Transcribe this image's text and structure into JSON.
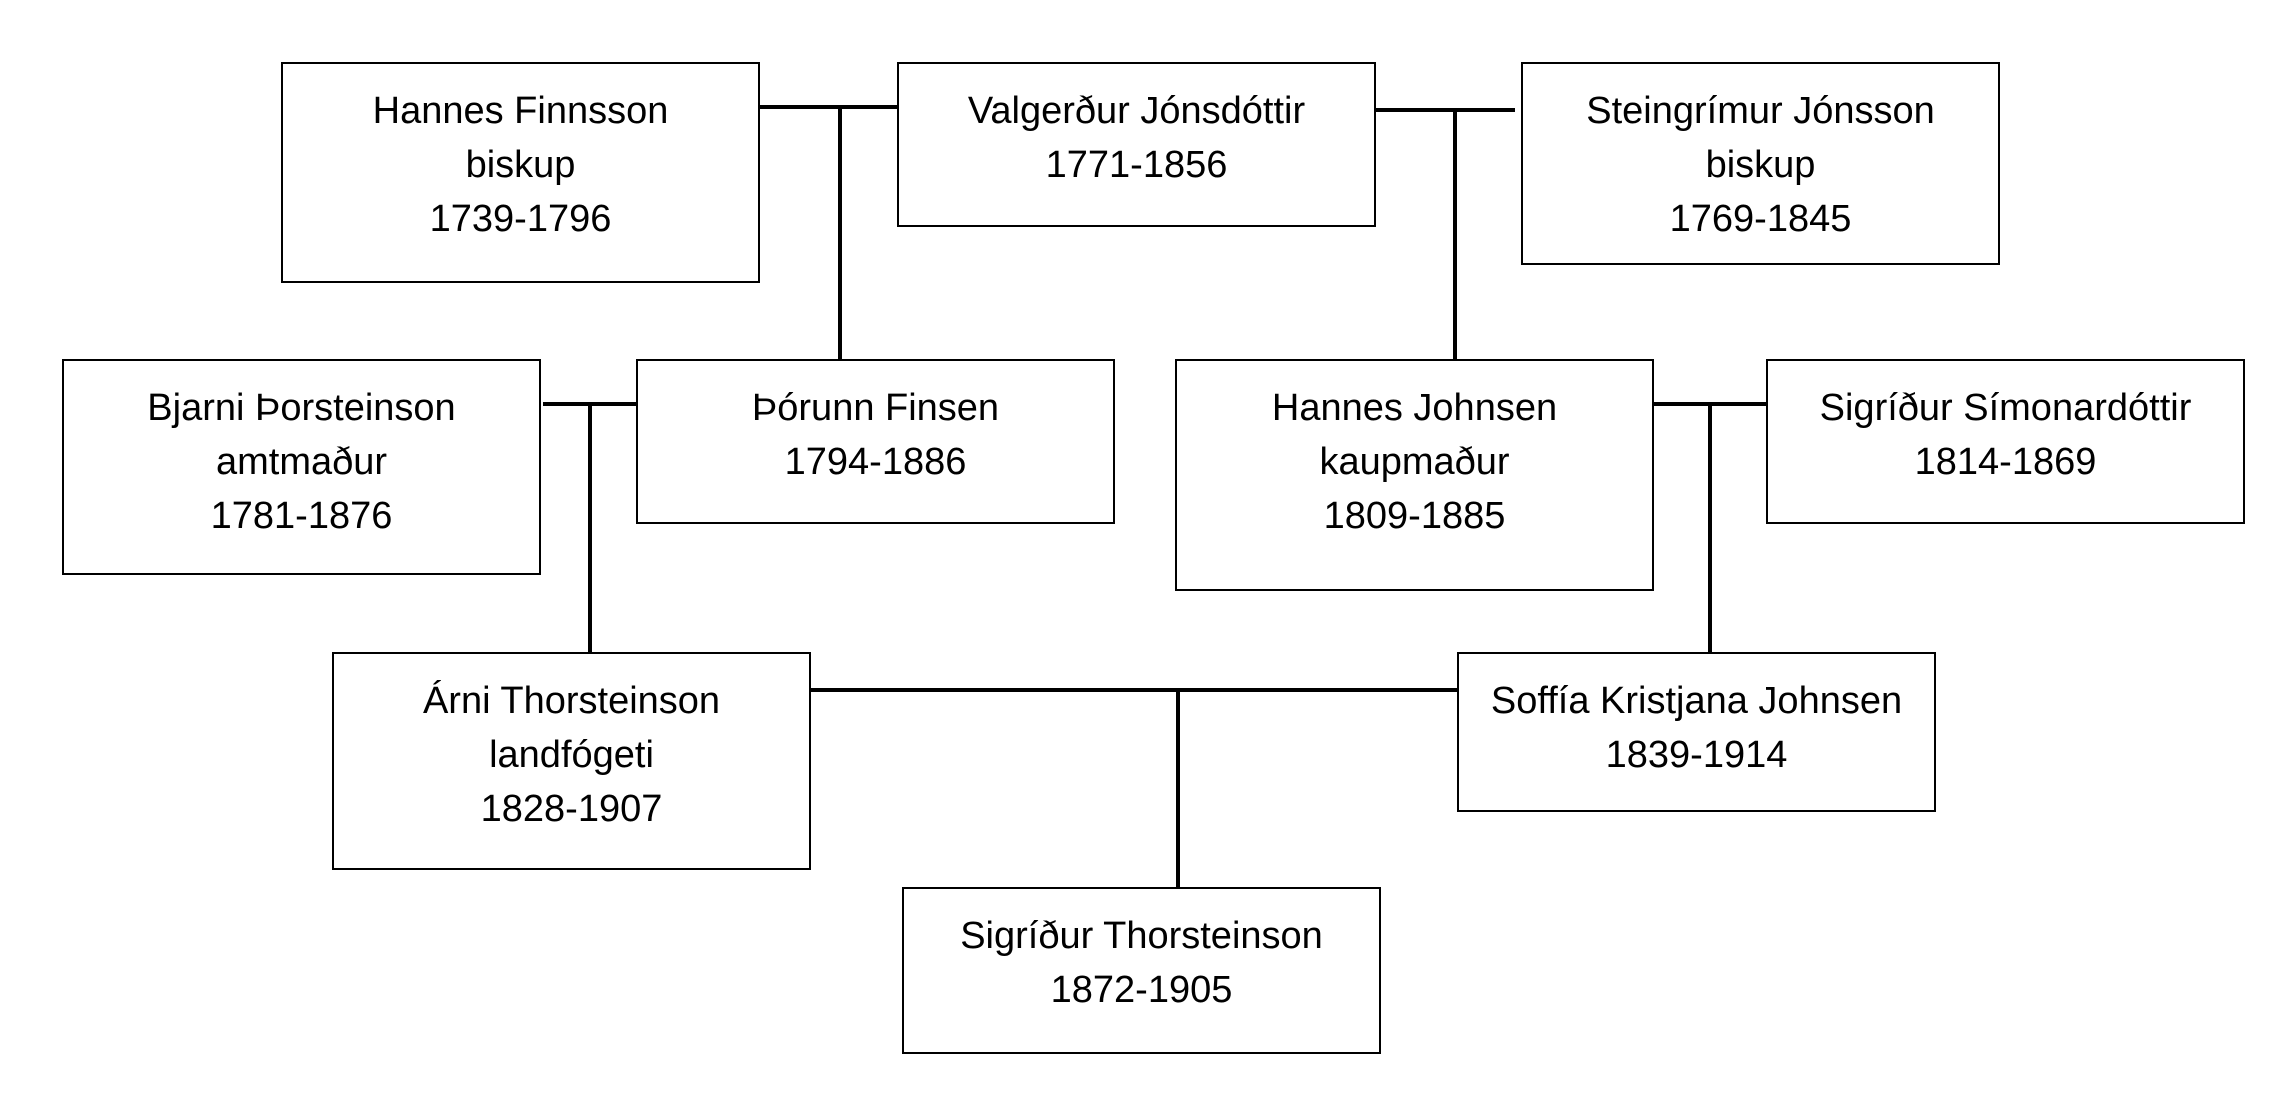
{
  "diagram": {
    "line_color": "#000000",
    "box_border_color": "#000000",
    "persons": {
      "hannes_finnsson": {
        "name": "Hannes Finnsson",
        "title": "biskup",
        "years": "1739-1796"
      },
      "valgerdur": {
        "name": "Valgerður Jónsdóttir",
        "years": "1771-1856"
      },
      "steingrimur": {
        "name": "Steingrímur Jónsson",
        "title": "biskup",
        "years": "1769-1845"
      },
      "bjarni": {
        "name": "Bjarni Þorsteinson",
        "title": "amtmaður",
        "years": "1781-1876"
      },
      "thorunn": {
        "name": "Þórunn Finsen",
        "years": "1794-1886"
      },
      "hannes_johnsen": {
        "name": "Hannes Johnsen",
        "title": "kaupmaður",
        "years": "1809-1885"
      },
      "sigridur_simonardottir": {
        "name": "Sigríður Símonardóttir",
        "years": "1814-1869"
      },
      "arni": {
        "name": "Árni Thorsteinson",
        "title": "landfógeti",
        "years": "1828-1907"
      },
      "soffia": {
        "name": "Soffía Kristjana Johnsen",
        "years": "1839-1914"
      },
      "sigridur_thorsteinson": {
        "name": "Sigríður Thorsteinson",
        "years": "1872-1905"
      }
    }
  }
}
